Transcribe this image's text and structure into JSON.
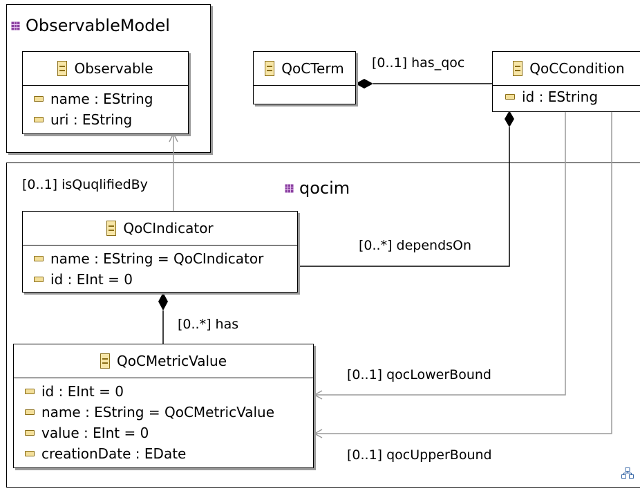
{
  "packages": {
    "observable_model": {
      "name": "ObservableModel",
      "icon": "package-icon"
    },
    "qocim": {
      "name": "qocim",
      "icon": "package-icon"
    }
  },
  "classes": {
    "observable": {
      "name": "Observable",
      "attrs": [
        "name : EString",
        "uri : EString"
      ]
    },
    "qoc_term": {
      "name": "QoCTerm",
      "attrs": []
    },
    "qoc_condition": {
      "name": "QoCCondition",
      "attrs": [
        "id : EString"
      ]
    },
    "qoc_indicator": {
      "name": "QoCIndicator",
      "attrs": [
        "name : EString = QoCIndicator",
        "id : EInt = 0"
      ]
    },
    "qoc_metric_value": {
      "name": "QoCMetricValue",
      "attrs": [
        "id : EInt = 0",
        "name : EString = QoCMetricValue",
        "value : EInt = 0",
        "creationDate : EDate"
      ]
    }
  },
  "associations": {
    "has_qoc": "[0..1] has_qoc",
    "is_qualified_by": "[0..1] isQuqlifiedBy",
    "depends_on": "[0..*] dependsOn",
    "has": "[0..*] has",
    "qoc_lower_bound": "[0..1] qocLowerBound",
    "qoc_upper_bound": "[0..1] qocUpperBound"
  },
  "colors": {
    "package_icon": "#8a3fa0",
    "class_icon": "#8a6d16",
    "edge_gray": "#9a9a9a",
    "corner_icon": "#3b6aa8"
  }
}
